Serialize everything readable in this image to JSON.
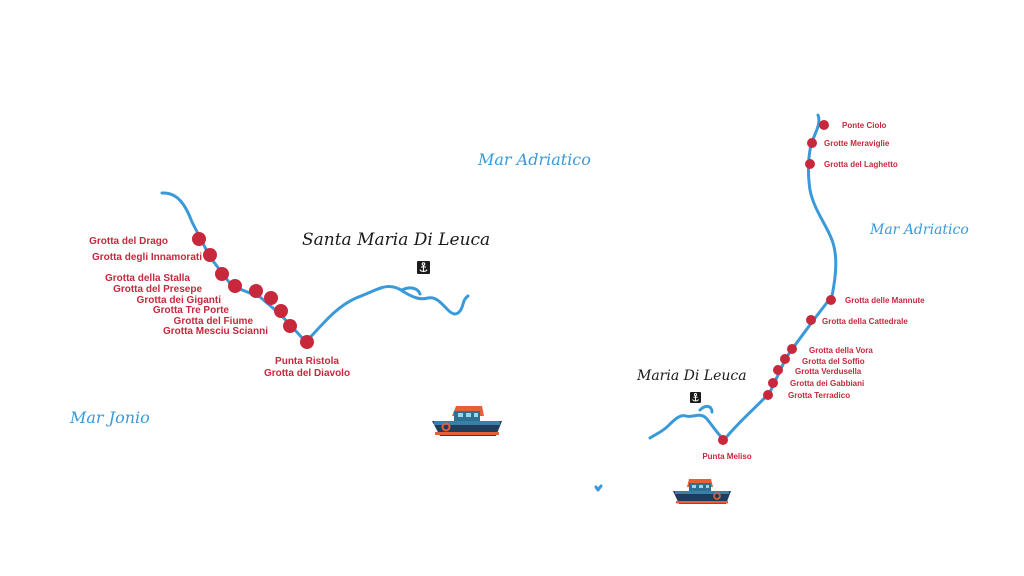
{
  "colors": {
    "coast": "#3a9ad9",
    "cave": "#c8283c",
    "sea_text": "#3a9ad9",
    "town_text": "#1b1b1b",
    "boat_hull": "#1f3d5a",
    "boat_roof": "#e85d3a",
    "boat_cabin": "#2f6f8f"
  },
  "icons": [
    "anchor-icon",
    "boat-icon"
  ],
  "left_map": {
    "town": "Santa Maria Di Leuca",
    "sea_labels": [
      "Mar Adriatico",
      "Mar Jonio"
    ],
    "caves": [
      "Grotta del Drago",
      "Grotta degli Innamorati",
      "Grotta della Stalla",
      "Grotta del Presepe",
      "Grotta dei Giganti",
      "Grotta Tre Porte",
      "Grotta del Fiume",
      "Grotta Mesciu Scianni"
    ],
    "point": [
      "Punta Ristola",
      "Grotta del Diavolo"
    ]
  },
  "right_map": {
    "town": "Maria Di Leuca",
    "sea_label": "Mar Adriatico",
    "caves_top": [
      "Ponte Ciolo",
      "Grotte Meraviglie",
      "Grotta del Laghetto"
    ],
    "caves_middle": [
      "Grotta delle Mannute",
      "Grotta della Cattedrale"
    ],
    "caves_bottom": [
      "Grotta della Vora",
      "Grotta del Soffio",
      "Grotta Verdusella",
      "Grotta dei Gabbiani",
      "Grotta Terradico"
    ],
    "point": "Punta Meliso"
  }
}
